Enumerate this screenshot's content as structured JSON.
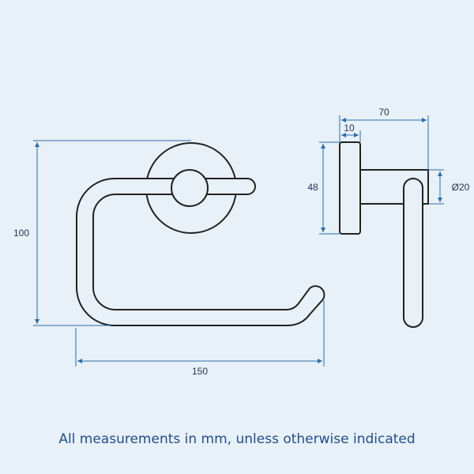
{
  "dimensions": {
    "height_overall": "100",
    "width_overall": "150",
    "projection": "70",
    "base_depth": "10",
    "base_height": "48",
    "bar_diameter": "Ø20"
  },
  "caption": "All measurements in mm, unless otherwise indicated",
  "colors": {
    "background": "#e8f0f8",
    "outline": "#222222",
    "dimension_line": "#2a6ea8",
    "caption": "#1f4e8c"
  }
}
